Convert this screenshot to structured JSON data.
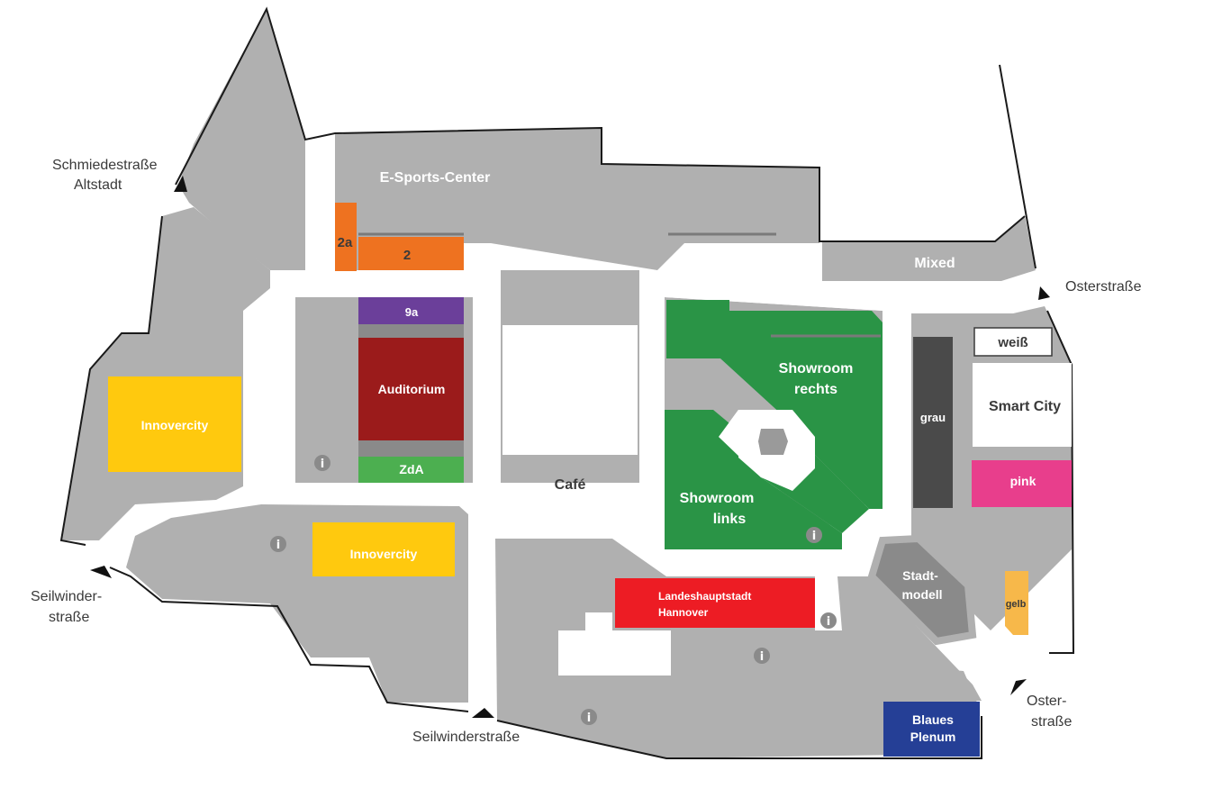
{
  "streets": {
    "schmiede_1": "Schmiedestraße",
    "schmiede_2": "Altstadt",
    "oster_top": "Osterstraße",
    "seilwinder_left_1": "Seilwinder-",
    "seilwinder_left_2": "straße",
    "seilwinder_bottom": "Seilwinderstraße",
    "oster_bottom_1": "Oster-",
    "oster_bottom_2": "straße"
  },
  "areas": {
    "esports": "E-Sports-Center",
    "r2a": "2a",
    "r2": "2",
    "mixed": "Mixed",
    "r9a": "9a",
    "auditorium": "Auditorium",
    "zda": "ZdA",
    "innovercity_left": "Innovercity",
    "innovercity_mid": "Innovercity",
    "cafe": "Café",
    "showroom_rechts_1": "Showroom",
    "showroom_rechts_2": "rechts",
    "showroom_links_1": "Showroom",
    "showroom_links_2": "links",
    "weiss": "weiß",
    "smart_city": "Smart City",
    "grau": "grau",
    "pink": "pink",
    "stadtmodell_1": "Stadt-",
    "stadtmodell_2": "modell",
    "gelb": "gelb",
    "landeshauptstadt_1": "Landeshauptstadt",
    "landeshauptstadt_2": "Hannover",
    "blaues_plenum_1": "Blaues",
    "blaues_plenum_2": "Plenum"
  },
  "info_marker": "i",
  "colors": {
    "building": "#b0b0b0",
    "orange": "#ee7220",
    "purple": "#6b3f9a",
    "dark_red": "#9b1b1b",
    "green_light": "#4caf50",
    "yellow": "#ffc90e",
    "green": "#2a9446",
    "dark_grey": "#4a4a4a",
    "pink": "#e83e8c",
    "gelb": "#f7b84a",
    "red": "#ed1c24",
    "blue": "#253f96",
    "stadtmodell": "#8a8a8a"
  }
}
